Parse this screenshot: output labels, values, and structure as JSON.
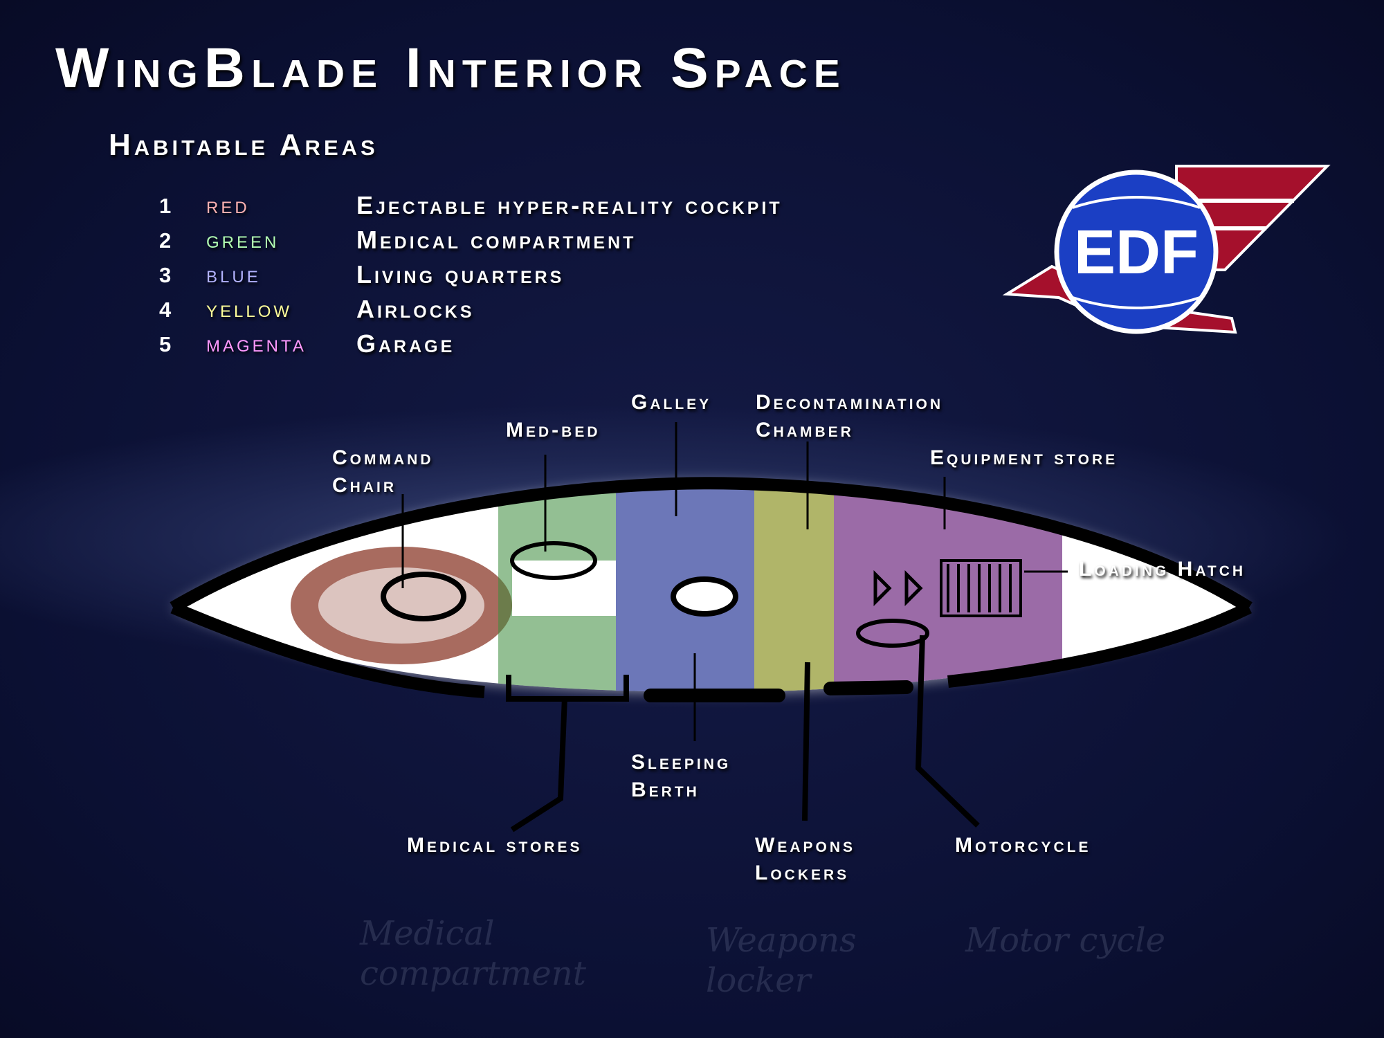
{
  "title": "WingBlade Interior Space",
  "subtitle": "Habitable Areas",
  "legend": [
    {
      "num": "1",
      "color_name": "red",
      "color": "#ffb3b3",
      "description": "Ejectable hyper-reality cockpit"
    },
    {
      "num": "2",
      "color_name": "green",
      "color": "#b3ffb3",
      "description": "Medical compartment"
    },
    {
      "num": "3",
      "color_name": "blue",
      "color": "#b3b3ff",
      "description": "Living quarters"
    },
    {
      "num": "4",
      "color_name": "yellow",
      "color": "#ffff99",
      "description": "Airlocks"
    },
    {
      "num": "5",
      "color_name": "magenta",
      "color": "#ff99ff",
      "description": "Garage"
    }
  ],
  "logo": {
    "text": "EDF",
    "colors": {
      "globe": "#1b3fc4",
      "wing": "#a5102c"
    }
  },
  "labels": {
    "command_chair": [
      "Command",
      "Chair"
    ],
    "med_bed": "Med-bed",
    "galley": "Galley",
    "decontamination": [
      "Decontamination",
      "Chamber"
    ],
    "equipment_store": "Equipment store",
    "loading_hatch": "Loading Hatch",
    "sleeping_berth": [
      "Sleeping",
      "Berth"
    ],
    "medical_stores": "Medical stores",
    "weapons_lockers": [
      "Weapons",
      "Lockers"
    ],
    "motorcycle": "Motorcycle"
  },
  "handwritten": {
    "medical": [
      "Medical",
      "compartment"
    ],
    "weapons": [
      "Weapons",
      "locker"
    ],
    "motorcycle": "Motor cycle"
  }
}
